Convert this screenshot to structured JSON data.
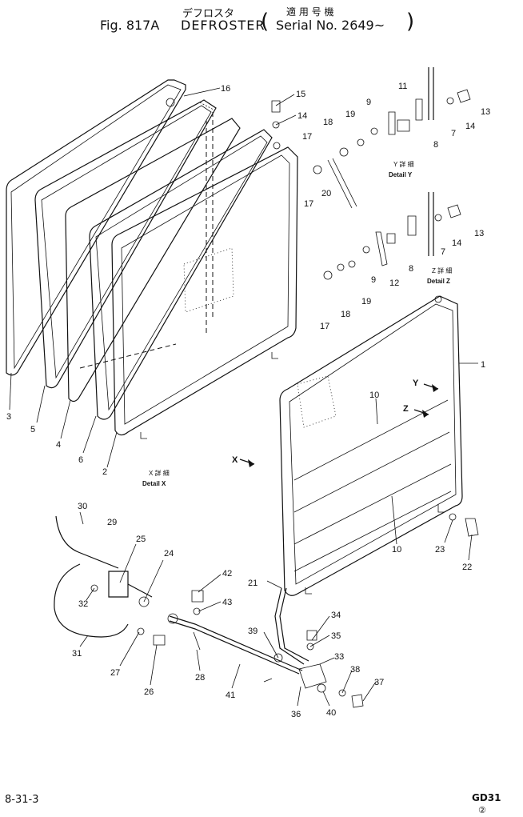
{
  "header": {
    "japanese_title": "デフロスタ",
    "fig_label": "Fig. 817A",
    "title": "DEFROSTER",
    "japanese_serial": "適 用 号 機",
    "serial_open": "(",
    "serial": "Serial No. 2649~",
    "serial_close": ")"
  },
  "footer": {
    "page_ref": "8-31-3",
    "code": "GD31",
    "mark": "②"
  },
  "details": {
    "x_jp": "X 詳 細",
    "x": "Detail X",
    "y_jp": "Y 詳 細",
    "y": "Detail Y",
    "z_jp": "Z 詳 細",
    "z": "Detail Z"
  },
  "arrows": {
    "x": "X",
    "y": "Y",
    "z": "Z"
  },
  "part_numbers": [
    "1",
    "2",
    "3",
    "4",
    "5",
    "6",
    "7",
    "8",
    "9",
    "10",
    "11",
    "12",
    "13",
    "14",
    "15",
    "16",
    "17",
    "18",
    "19",
    "20",
    "21",
    "22",
    "23",
    "24",
    "25",
    "26",
    "27",
    "28",
    "29",
    "30",
    "31",
    "32",
    "33",
    "34",
    "35",
    "36",
    "37",
    "38",
    "39",
    "40",
    "41",
    "42",
    "43"
  ]
}
